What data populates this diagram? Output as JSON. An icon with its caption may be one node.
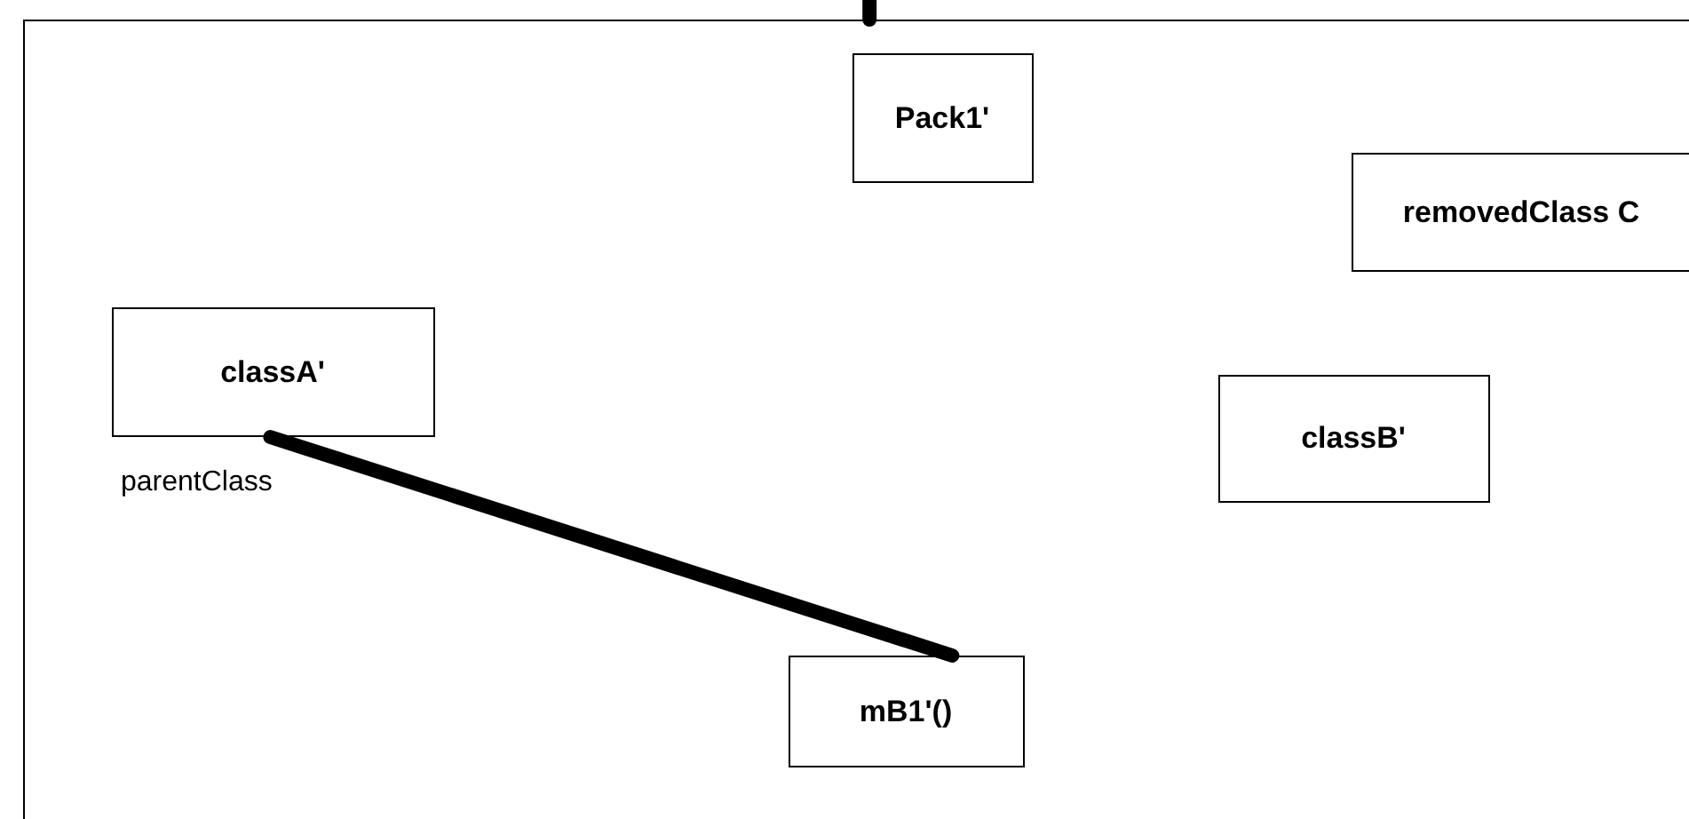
{
  "diagram": {
    "nodes": [
      {
        "text": [],
        "shape": "box"
      },
      {
        "text": [
          "Pack1'"
        ],
        "in": 0
      },
      {
        "text": [
          "removedClass C"
        ],
        "in": 0
      },
      {
        "text": [
          "classA'"
        ],
        "in": 0
      },
      {
        "text": [
          "classB'"
        ],
        "in": 0
      },
      {
        "text": [
          "mB1'()"
        ],
        "in": 0
      }
    ],
    "edges": [
      {
        "from": null,
        "to": 0,
        "arrow": "none"
      },
      {
        "from": 3,
        "to": 5,
        "arrow": "none",
        "label": "parentClass"
      }
    ]
  }
}
